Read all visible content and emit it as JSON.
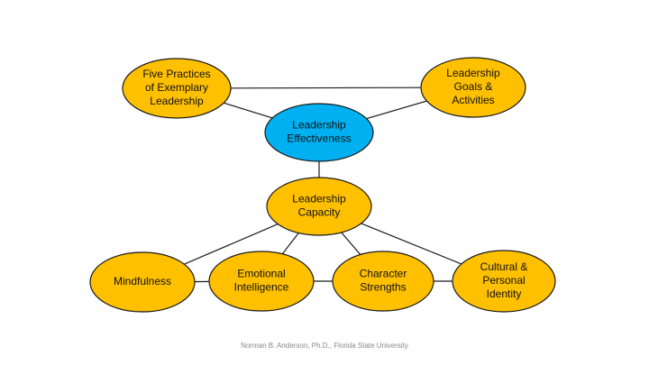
{
  "colors": {
    "node_fill": "#FFC000",
    "center_fill": "#00B0F0",
    "stroke": "#1a1a1a"
  },
  "nodes": {
    "five_practices": {
      "lines": [
        "Five Practices",
        "of Exemplary",
        "Leadership"
      ],
      "fill": "#FFC000"
    },
    "goals": {
      "lines": [
        "Leadership",
        "Goals &",
        "Activities"
      ],
      "fill": "#FFC000"
    },
    "effectiveness": {
      "lines": [
        "Leadership",
        "Effectiveness"
      ],
      "fill": "#00B0F0"
    },
    "capacity": {
      "lines": [
        "Leadership",
        "Capacity"
      ],
      "fill": "#FFC000"
    },
    "mindfulness": {
      "lines": [
        "Mindfulness"
      ],
      "fill": "#FFC000"
    },
    "emotional": {
      "lines": [
        "Emotional",
        "Intelligence"
      ],
      "fill": "#FFC000"
    },
    "character": {
      "lines": [
        "Character",
        "Strengths"
      ],
      "fill": "#FFC000"
    },
    "cultural": {
      "lines": [
        "Cultural &",
        "Personal",
        "Identity"
      ],
      "fill": "#FFC000"
    }
  },
  "edges": [
    [
      "five_practices",
      "goals"
    ],
    [
      "five_practices",
      "effectiveness"
    ],
    [
      "goals",
      "effectiveness"
    ],
    [
      "effectiveness",
      "capacity"
    ],
    [
      "capacity",
      "mindfulness"
    ],
    [
      "capacity",
      "emotional"
    ],
    [
      "capacity",
      "character"
    ],
    [
      "capacity",
      "cultural"
    ],
    [
      "mindfulness",
      "emotional"
    ],
    [
      "emotional",
      "character"
    ],
    [
      "character",
      "cultural"
    ]
  ],
  "footer": "Norman B. Anderson, Ph.D., Florida State University"
}
